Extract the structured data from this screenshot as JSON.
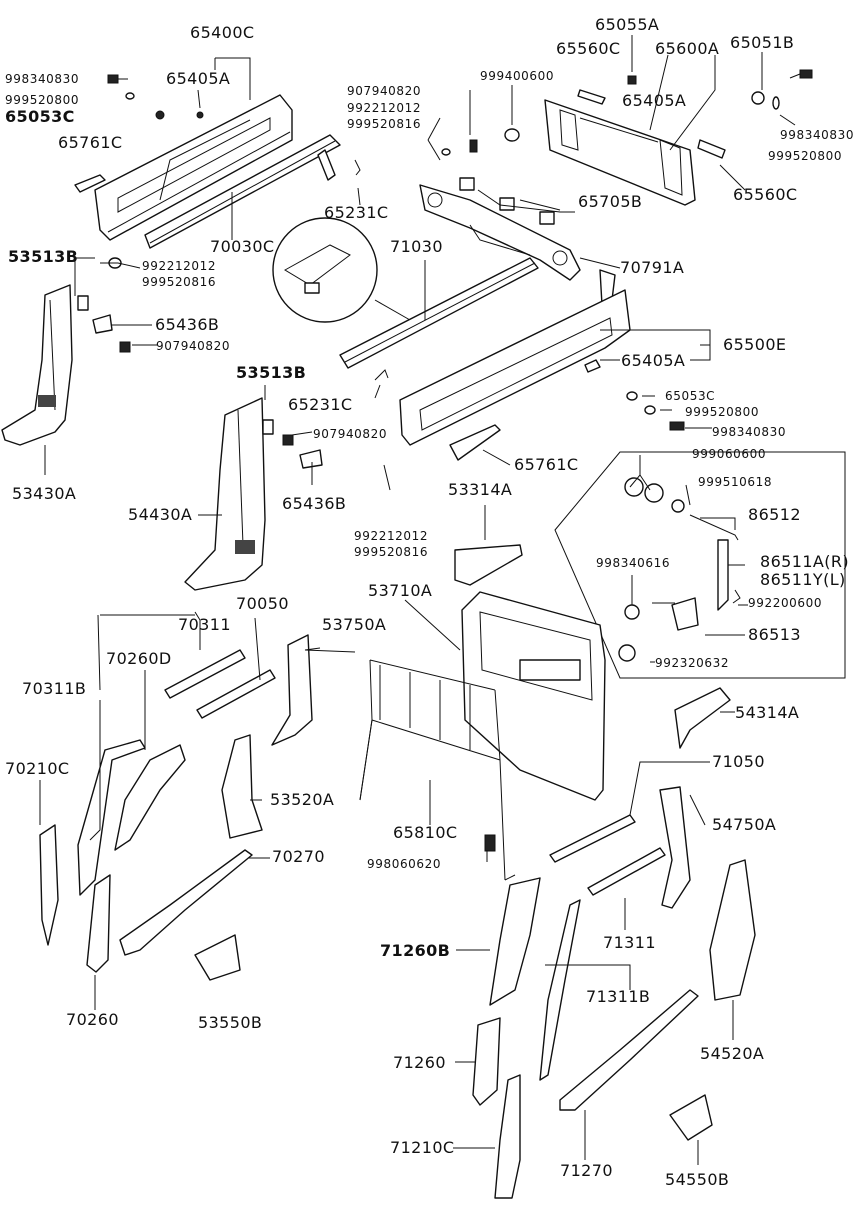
{
  "labels": [
    {
      "id": "p65400C",
      "text": "65400C"
    },
    {
      "id": "p65405A_1",
      "text": "65405A"
    },
    {
      "id": "p998340830_1",
      "text": "998340830"
    },
    {
      "id": "p999520800_1",
      "text": "999520800"
    },
    {
      "id": "p65053C_1",
      "text": "65053C"
    },
    {
      "id": "p65761C_1",
      "text": "65761C"
    },
    {
      "id": "p907940820_1",
      "text": "907940820"
    },
    {
      "id": "p992212012_1",
      "text": "992212012"
    },
    {
      "id": "p999520816_1",
      "text": "999520816"
    },
    {
      "id": "p999400600",
      "text": "999400600"
    },
    {
      "id": "p65055A",
      "text": "65055A"
    },
    {
      "id": "p65560C_1",
      "text": "65560C"
    },
    {
      "id": "p65600A",
      "text": "65600A"
    },
    {
      "id": "p65051B",
      "text": "65051B"
    },
    {
      "id": "p65405A_2",
      "text": "65405A"
    },
    {
      "id": "p998340830_2",
      "text": "998340830"
    },
    {
      "id": "p999520800_2",
      "text": "999520800"
    },
    {
      "id": "p65560C_2",
      "text": "65560C"
    },
    {
      "id": "p65705B",
      "text": "65705B"
    },
    {
      "id": "p65231C_1",
      "text": "65231C"
    },
    {
      "id": "p70030C",
      "text": "70030C"
    },
    {
      "id": "p53513B_1",
      "text": "53513B"
    },
    {
      "id": "p992212012_2",
      "text": "992212012"
    },
    {
      "id": "p999520816_2",
      "text": "999520816"
    },
    {
      "id": "p71030",
      "text": "71030"
    },
    {
      "id": "p70791A",
      "text": "70791A"
    },
    {
      "id": "p65436B_1",
      "text": "65436B"
    },
    {
      "id": "p907940820_2",
      "text": "907940820"
    },
    {
      "id": "p65500E",
      "text": "65500E"
    },
    {
      "id": "p65405A_3",
      "text": "65405A"
    },
    {
      "id": "p53513B_2",
      "text": "53513B"
    },
    {
      "id": "p65231C_2",
      "text": "65231C"
    },
    {
      "id": "p65053C_2",
      "text": "65053C"
    },
    {
      "id": "p999520800_3",
      "text": "999520800"
    },
    {
      "id": "p998340830_3",
      "text": "998340830"
    },
    {
      "id": "p907940820_3",
      "text": "907940820"
    },
    {
      "id": "p53430A",
      "text": "53430A"
    },
    {
      "id": "p65436B_2",
      "text": "65436B"
    },
    {
      "id": "p65761C_2",
      "text": "65761C"
    },
    {
      "id": "p999060600",
      "text": "999060600"
    },
    {
      "id": "p999510618",
      "text": "999510618"
    },
    {
      "id": "p54430A",
      "text": "54430A"
    },
    {
      "id": "p53314A",
      "text": "53314A"
    },
    {
      "id": "p86512",
      "text": "86512"
    },
    {
      "id": "p992212012_3",
      "text": "992212012"
    },
    {
      "id": "p999520816_3",
      "text": "999520816"
    },
    {
      "id": "p998340616",
      "text": "998340616"
    },
    {
      "id": "p86511A",
      "text": "86511A(R)"
    },
    {
      "id": "p86511Y",
      "text": "86511Y(L)"
    },
    {
      "id": "p992200600",
      "text": "992200600"
    },
    {
      "id": "p53710A",
      "text": "53710A"
    },
    {
      "id": "p86513",
      "text": "86513"
    },
    {
      "id": "p70311",
      "text": "70311"
    },
    {
      "id": "p70050",
      "text": "70050"
    },
    {
      "id": "p53750A",
      "text": "53750A"
    },
    {
      "id": "p70260D",
      "text": "70260D"
    },
    {
      "id": "p992320632",
      "text": "992320632"
    },
    {
      "id": "p70311B",
      "text": "70311B"
    },
    {
      "id": "p54314A",
      "text": "54314A"
    },
    {
      "id": "p71050",
      "text": "71050"
    },
    {
      "id": "p70210C",
      "text": "70210C"
    },
    {
      "id": "p53520A",
      "text": "53520A"
    },
    {
      "id": "p54750A",
      "text": "54750A"
    },
    {
      "id": "p65810C",
      "text": "65810C"
    },
    {
      "id": "p70270",
      "text": "70270"
    },
    {
      "id": "p998060620",
      "text": "998060620"
    },
    {
      "id": "p71260B",
      "text": "71260B"
    },
    {
      "id": "p71311",
      "text": "71311"
    },
    {
      "id": "p71311B",
      "text": "71311B"
    },
    {
      "id": "p70260",
      "text": "70260"
    },
    {
      "id": "p53550B",
      "text": "53550B"
    },
    {
      "id": "p54520A",
      "text": "54520A"
    },
    {
      "id": "p71260",
      "text": "71260"
    },
    {
      "id": "p71210C",
      "text": "71210C"
    },
    {
      "id": "p71270",
      "text": "71270"
    },
    {
      "id": "p54550B",
      "text": "54550B"
    }
  ]
}
